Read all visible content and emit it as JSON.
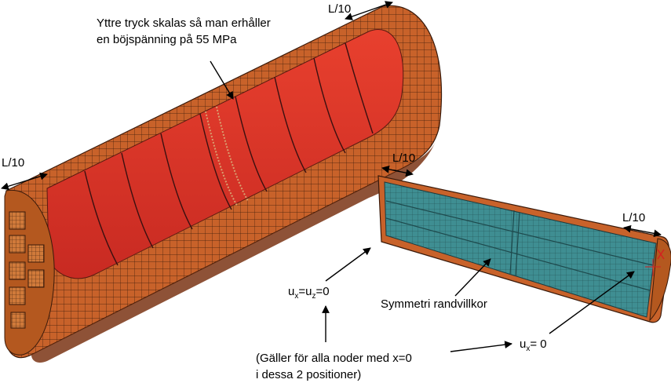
{
  "annotations": {
    "pressure_line1": "Yttre tryck skalas så man erhåller",
    "pressure_line2": "en böjspänning på 55 MPa",
    "l10_top": "L/10",
    "l10_left": "L/10",
    "l10_mid": "L/10",
    "l10_right": "L/10",
    "bc_uxuz": {
      "u1": "u",
      "s1": "x",
      "eq1": "=u",
      "s2": "z",
      "eq2": "=0"
    },
    "symmetry": "Symmetri randvillkor",
    "bc_ux": {
      "u": "u",
      "s": "x",
      "eq": "= 0"
    },
    "note_line1": "(Gäller för alla noder med x=0",
    "note_line2": "i dessa 2 positioner)"
  },
  "colors": {
    "shell": "#c8622a",
    "shell_dark": "#7a3414",
    "pressure_zone": "#e0332a",
    "section_face": "#3f8e92",
    "mesh_line": "#1e1e1e"
  }
}
